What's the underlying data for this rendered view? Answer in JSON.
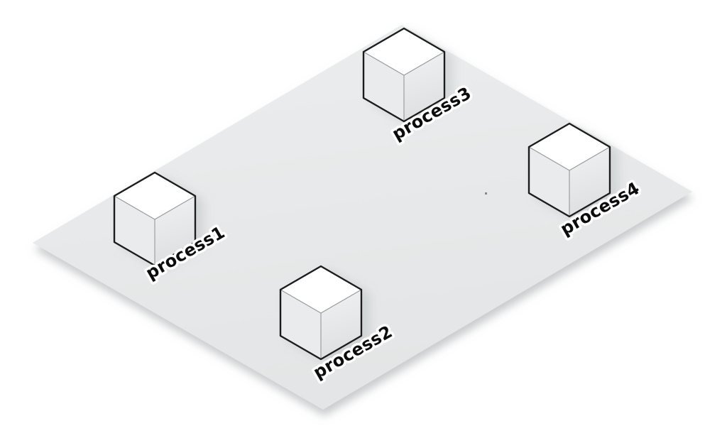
{
  "diagram": {
    "kind": "isometric-node-layout",
    "background": "#ffffff",
    "plane": {
      "fill_light": "#ebedee",
      "fill_dark": "#e3e5e6",
      "shadow_color": "#9ba0a3"
    },
    "cube_style": {
      "top_fill": "#ffffff",
      "left_fill": "#e9ebec",
      "right_fill_light": "#f1f2f2",
      "right_fill_dark": "#dddfe1",
      "outline_color": "#1c1c1c",
      "inner_edge_color": "#95999b"
    },
    "label_style": {
      "color": "#0c0c0c",
      "halo_color": "#ffffff"
    },
    "nodes": [
      {
        "label": "process1"
      },
      {
        "label": "process2"
      },
      {
        "label": "process3"
      },
      {
        "label": "process4"
      }
    ],
    "dot_color": "#85898c"
  }
}
